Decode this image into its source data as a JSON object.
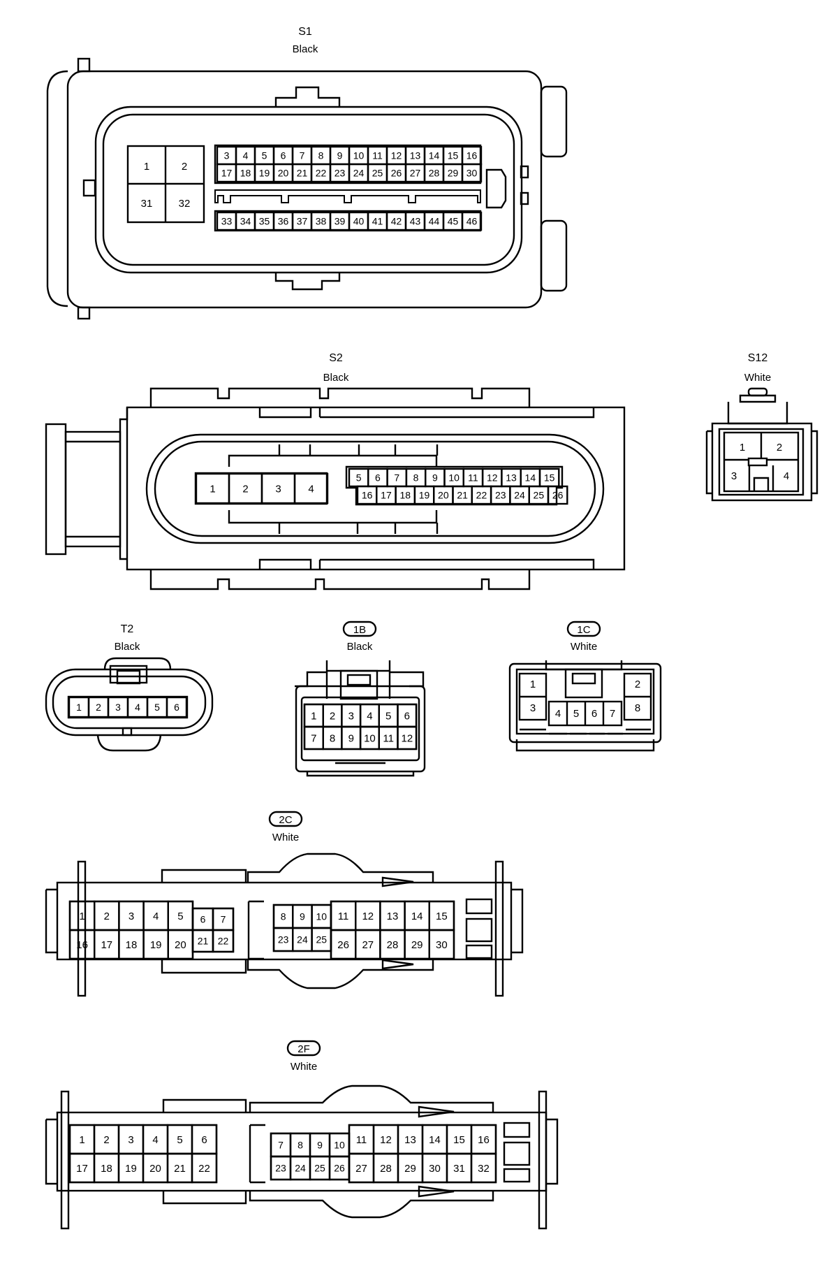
{
  "connectors": {
    "s1": {
      "code": "S1",
      "color": "Black",
      "pins_big": [
        [
          "1",
          "2"
        ],
        [
          "31",
          "32"
        ]
      ],
      "row1": [
        "3",
        "4",
        "5",
        "6",
        "7",
        "8",
        "9",
        "10",
        "11",
        "12",
        "13",
        "14",
        "15",
        "16"
      ],
      "row2": [
        "17",
        "18",
        "19",
        "20",
        "21",
        "22",
        "23",
        "24",
        "25",
        "26",
        "27",
        "28",
        "29",
        "30"
      ],
      "row3": [
        "33",
        "34",
        "35",
        "36",
        "37",
        "38",
        "39",
        "40",
        "41",
        "42",
        "43",
        "44",
        "45",
        "46"
      ]
    },
    "s2": {
      "code": "S2",
      "color": "Black",
      "pins_big": [
        "1",
        "2",
        "3",
        "4"
      ],
      "row1": [
        "5",
        "6",
        "7",
        "8",
        "9",
        "10",
        "11",
        "12",
        "13",
        "14",
        "15"
      ],
      "row2": [
        "16",
        "17",
        "18",
        "19",
        "20",
        "21",
        "22",
        "23",
        "24",
        "25",
        "26"
      ]
    },
    "s12": {
      "code": "S12",
      "color": "White",
      "pins": [
        "1",
        "2",
        "3",
        "4"
      ]
    },
    "t2": {
      "code": "T2",
      "color": "Black",
      "pins": [
        "1",
        "2",
        "3",
        "4",
        "5",
        "6"
      ]
    },
    "c1b": {
      "code": "1B",
      "color": "Black",
      "row1": [
        "1",
        "2",
        "3",
        "4",
        "5",
        "6"
      ],
      "row2": [
        "7",
        "8",
        "9",
        "10",
        "11",
        "12"
      ]
    },
    "c1c": {
      "code": "1C",
      "color": "White",
      "pins": [
        "1",
        "2",
        "3",
        "4",
        "5",
        "6",
        "7",
        "8"
      ]
    },
    "c2c": {
      "code": "2C",
      "color": "White",
      "left_top": [
        "1",
        "2",
        "3",
        "4",
        "5"
      ],
      "left_bot": [
        "16",
        "17",
        "18",
        "19",
        "20"
      ],
      "mid_top": [
        "6",
        "7"
      ],
      "mid_bot": [
        "21",
        "22"
      ],
      "sm_top": [
        "8",
        "9",
        "10"
      ],
      "sm_bot": [
        "23",
        "24",
        "25"
      ],
      "right_top": [
        "11",
        "12",
        "13",
        "14",
        "15"
      ],
      "right_bot": [
        "26",
        "27",
        "28",
        "29",
        "30"
      ]
    },
    "c2f": {
      "code": "2F",
      "color": "White",
      "left_top": [
        "1",
        "2",
        "3",
        "4",
        "5",
        "6"
      ],
      "left_bot": [
        "17",
        "18",
        "19",
        "20",
        "21",
        "22"
      ],
      "sm_top": [
        "7",
        "8",
        "9",
        "10"
      ],
      "sm_bot": [
        "23",
        "24",
        "25",
        "26"
      ],
      "right_top": [
        "11",
        "12",
        "13",
        "14",
        "15",
        "16"
      ],
      "right_bot": [
        "27",
        "28",
        "29",
        "30",
        "31",
        "32"
      ]
    }
  }
}
